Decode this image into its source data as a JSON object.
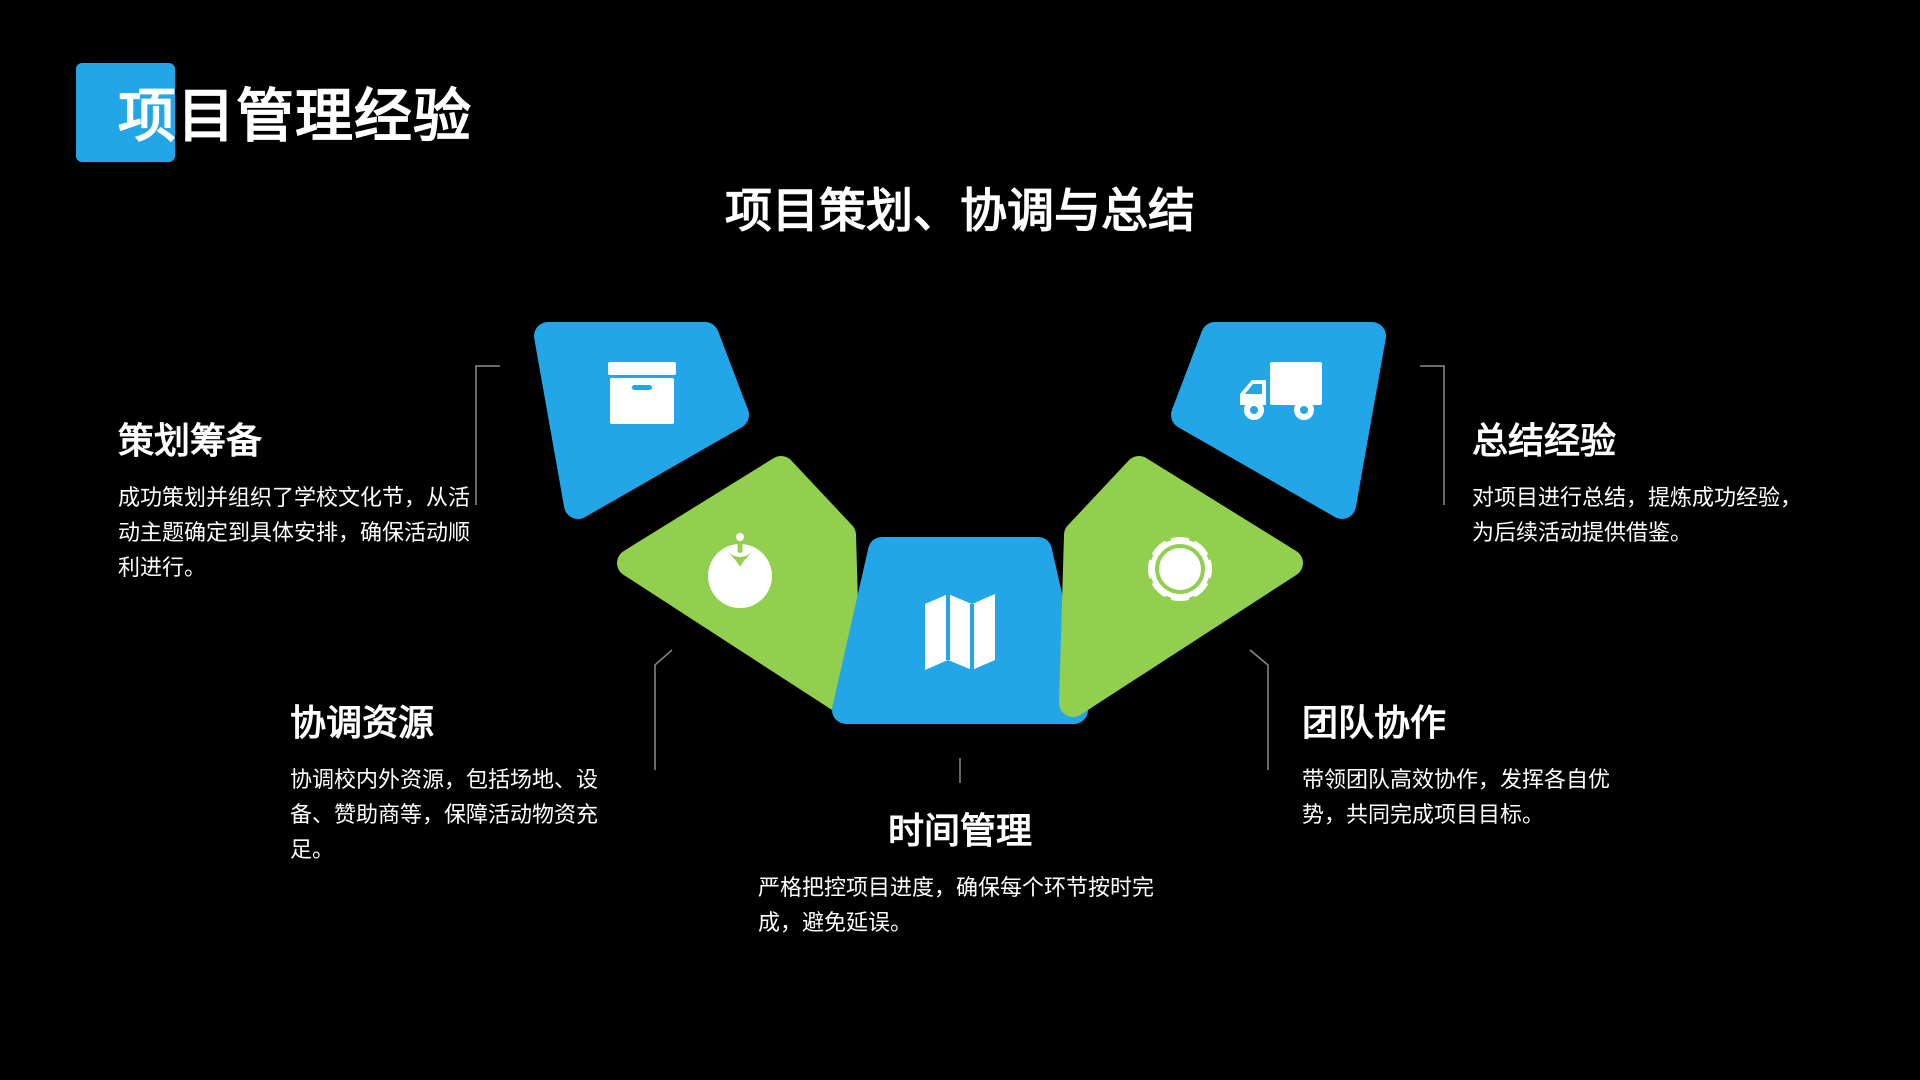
{
  "header": {
    "title": "项目管理经验",
    "subtitle": "项目策划、协调与总结"
  },
  "colors": {
    "blue": "#22a6e8",
    "green": "#92cf4f",
    "background": "#000000",
    "connector": "#8c8c8c"
  },
  "segments": [
    {
      "heading": "策划筹备",
      "description": "成功策划并组织了学校文化节，从活动主题确定到具体安排，确保活动顺利进行。",
      "icon": "archive-box-icon",
      "color": "blue"
    },
    {
      "heading": "协调资源",
      "description": "协调校内外资源，包括场地、设备、赞助商等，保障活动物资充足。",
      "icon": "tomato-icon",
      "color": "green"
    },
    {
      "heading": "时间管理",
      "description": "严格把控项目进度，确保每个环节按时完成，避免延误。",
      "icon": "folded-map-icon",
      "color": "blue"
    },
    {
      "heading": "团队协作",
      "description": "带领团队高效协作，发挥各自优势，共同完成项目目标。",
      "icon": "sun-badge-icon",
      "color": "green"
    },
    {
      "heading": "总结经验",
      "description": "对项目进行总结，提炼成功经验，为后续活动提供借鉴。",
      "icon": "delivery-truck-icon",
      "color": "blue"
    }
  ]
}
